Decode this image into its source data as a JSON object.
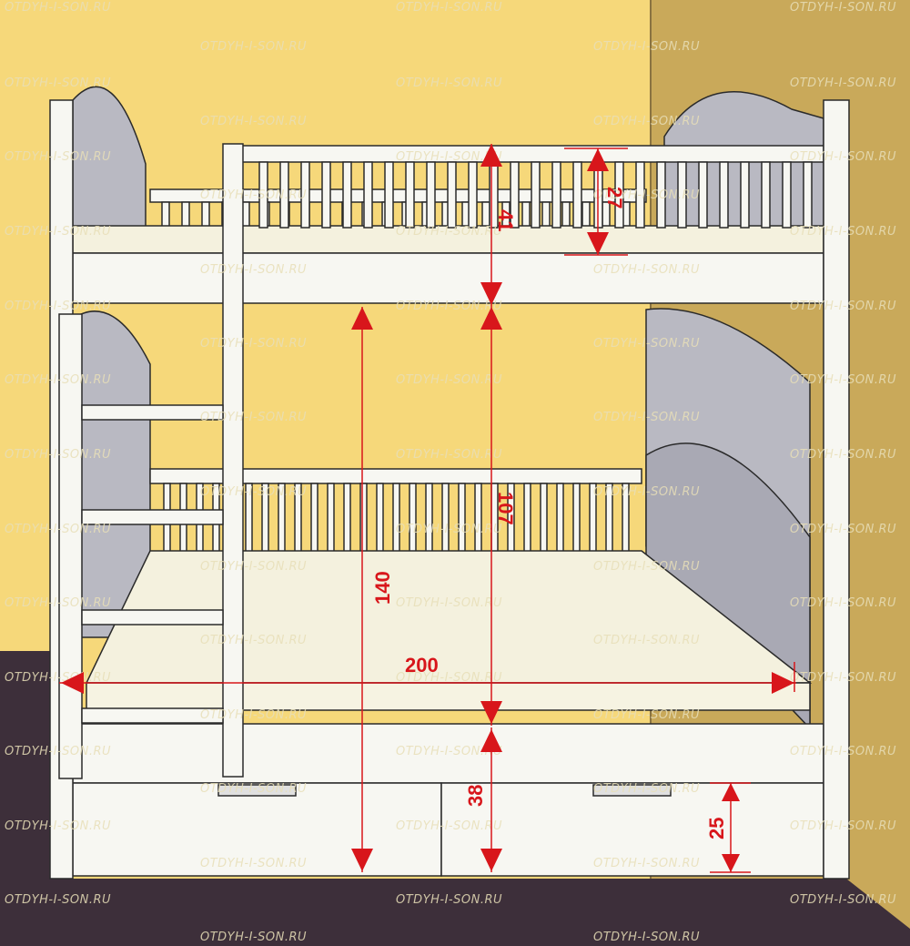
{
  "watermark": "OTDYH-I-SON.RU",
  "dimensions": {
    "top_rail_height": "27",
    "top_guard_height": "41",
    "between_beds": "107",
    "total_height": "140",
    "bed_length": "200",
    "bottom_bed_height": "38",
    "drawer_height": "25"
  },
  "colors": {
    "wall": "#f6d87a",
    "wall_side": "#c9a95a",
    "floor": "#3d2f3a",
    "wood": "#f7f7f2",
    "panel": "#b9b9c2",
    "mattress": "#f4f1de",
    "dimension": "#d8161b"
  }
}
